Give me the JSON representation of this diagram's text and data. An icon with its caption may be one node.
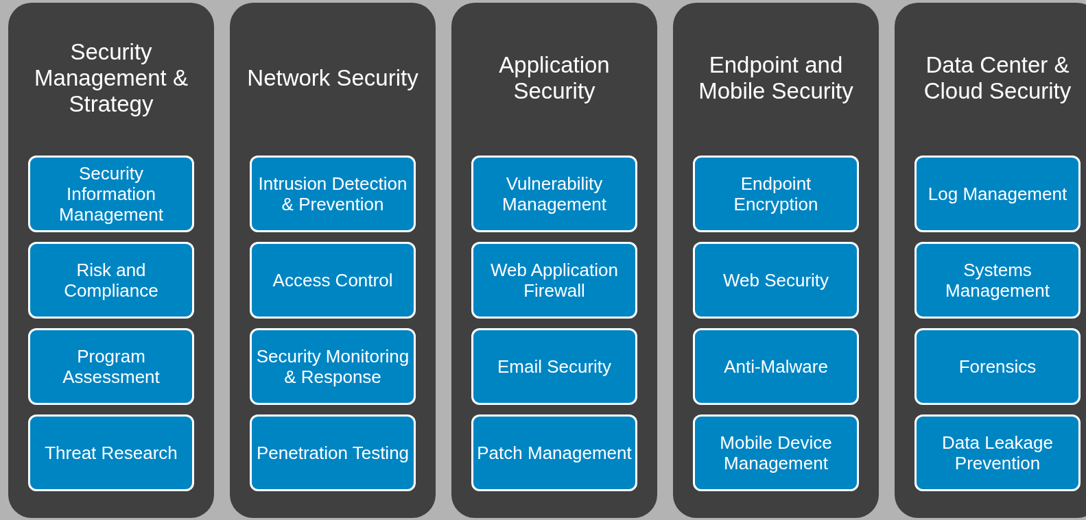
{
  "diagram": {
    "nodes": [
      {
        "text": [
          "Security Management & Strategy"
        ]
      },
      {
        "text": [
          "Security Information Management"
        ],
        "in": 0
      },
      {
        "text": [
          "Risk and Compliance"
        ],
        "in": 0
      },
      {
        "text": [
          "Program Assessment"
        ],
        "in": 0
      },
      {
        "text": [
          "Threat Research"
        ],
        "in": 0
      },
      {
        "text": [
          "Network Security"
        ]
      },
      {
        "text": [
          "Intrusion Detection & Prevention"
        ],
        "in": 5
      },
      {
        "text": [
          "Access Control"
        ],
        "in": 5
      },
      {
        "text": [
          "Security Monitoring & Response"
        ],
        "in": 5
      },
      {
        "text": [
          "Penetration Testing"
        ],
        "in": 5
      },
      {
        "text": [
          "Application Security"
        ]
      },
      {
        "text": [
          "Vulnerability Management"
        ],
        "in": 10
      },
      {
        "text": [
          "Web Application Firewall"
        ],
        "in": 10
      },
      {
        "text": [
          "Email Security"
        ],
        "in": 10
      },
      {
        "text": [
          "Patch Management"
        ],
        "in": 10
      },
      {
        "text": [
          "Endpoint and Mobile Security"
        ]
      },
      {
        "text": [
          "Endpoint Encryption"
        ],
        "in": 15
      },
      {
        "text": [
          "Web Security"
        ],
        "in": 15
      },
      {
        "text": [
          "Anti-Malware"
        ],
        "in": 15
      },
      {
        "text": [
          "Mobile Device Management"
        ],
        "in": 15
      },
      {
        "text": [
          "Data Center & Cloud Security"
        ]
      },
      {
        "text": [
          "Log Management"
        ],
        "in": 20
      },
      {
        "text": [
          "Systems Management"
        ],
        "in": 20
      },
      {
        "text": [
          "Forensics"
        ],
        "in": 20
      },
      {
        "text": [
          "Data Leakage Prevention"
        ],
        "in": 20
      }
    ]
  }
}
